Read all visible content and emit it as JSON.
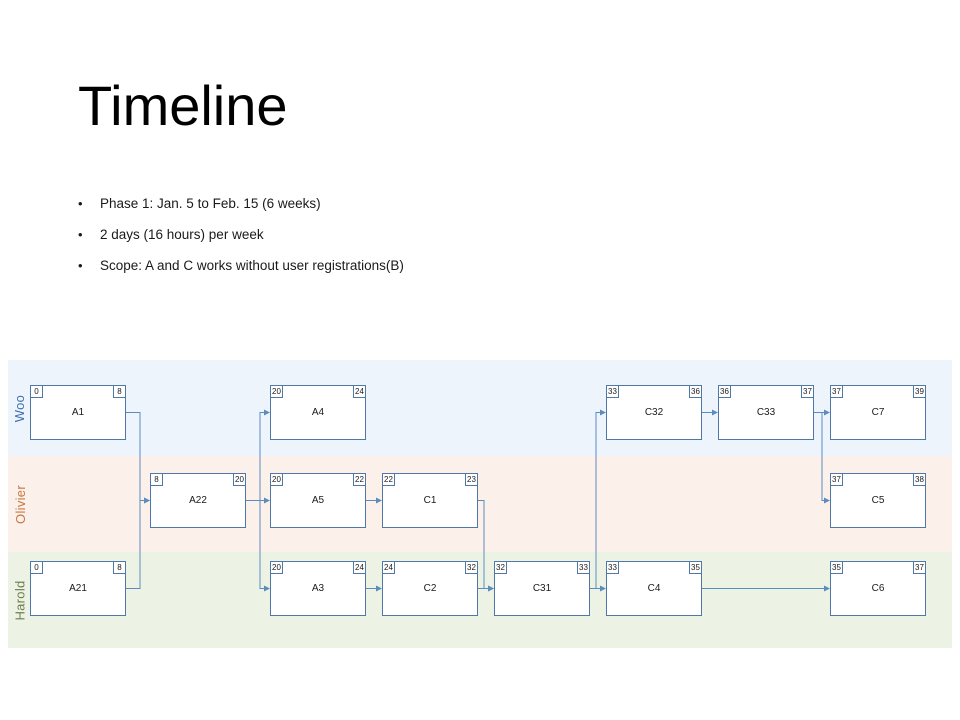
{
  "slide": {
    "title": "Timeline",
    "bullets": [
      "Phase 1: Jan. 5 to Feb. 15 (6 weeks)",
      "2 days (16 hours) per week",
      "Scope: A and C works without user registrations(B)"
    ]
  },
  "lanes": [
    {
      "name": "Woo",
      "fill": "#eef4fb",
      "label_color": "#3b6fb0"
    },
    {
      "name": "Olivier",
      "fill": "#fbf0ea",
      "label_color": "#c87845"
    },
    {
      "name": "Harold",
      "fill": "#edf3e4",
      "label_color": "#6b7f4e"
    }
  ],
  "tasks": [
    {
      "id": "A1",
      "lane": 0,
      "start": "0",
      "end": "8"
    },
    {
      "id": "A4",
      "lane": 0,
      "start": "20",
      "end": "24"
    },
    {
      "id": "C32",
      "lane": 0,
      "start": "33",
      "end": "36"
    },
    {
      "id": "C33",
      "lane": 0,
      "start": "36",
      "end": "37"
    },
    {
      "id": "C7",
      "lane": 0,
      "start": "37",
      "end": "39"
    },
    {
      "id": "A22",
      "lane": 1,
      "start": "8",
      "end": "20"
    },
    {
      "id": "A5",
      "lane": 1,
      "start": "20",
      "end": "22"
    },
    {
      "id": "C1",
      "lane": 1,
      "start": "22",
      "end": "23"
    },
    {
      "id": "C5",
      "lane": 1,
      "start": "37",
      "end": "38"
    },
    {
      "id": "A21",
      "lane": 2,
      "start": "0",
      "end": "8"
    },
    {
      "id": "A3",
      "lane": 2,
      "start": "20",
      "end": "24"
    },
    {
      "id": "C2",
      "lane": 2,
      "start": "24",
      "end": "32"
    },
    {
      "id": "C31",
      "lane": 2,
      "start": "32",
      "end": "33"
    },
    {
      "id": "C4",
      "lane": 2,
      "start": "33",
      "end": "35"
    },
    {
      "id": "C6",
      "lane": 2,
      "start": "35",
      "end": "37"
    }
  ],
  "dependencies": [
    [
      "A1",
      "A22"
    ],
    [
      "A21",
      "A22"
    ],
    [
      "A22",
      "A4"
    ],
    [
      "A22",
      "A5"
    ],
    [
      "A22",
      "A3"
    ],
    [
      "A5",
      "C1"
    ],
    [
      "A3",
      "C2"
    ],
    [
      "C1",
      "C31"
    ],
    [
      "C2",
      "C31"
    ],
    [
      "C31",
      "C32"
    ],
    [
      "C31",
      "C4"
    ],
    [
      "C32",
      "C33"
    ],
    [
      "C33",
      "C7"
    ],
    [
      "C7",
      "C5"
    ],
    [
      "C4",
      "C6"
    ]
  ],
  "colors": {
    "connector": "#5b8cc0",
    "box_border": "#4f78a8"
  }
}
